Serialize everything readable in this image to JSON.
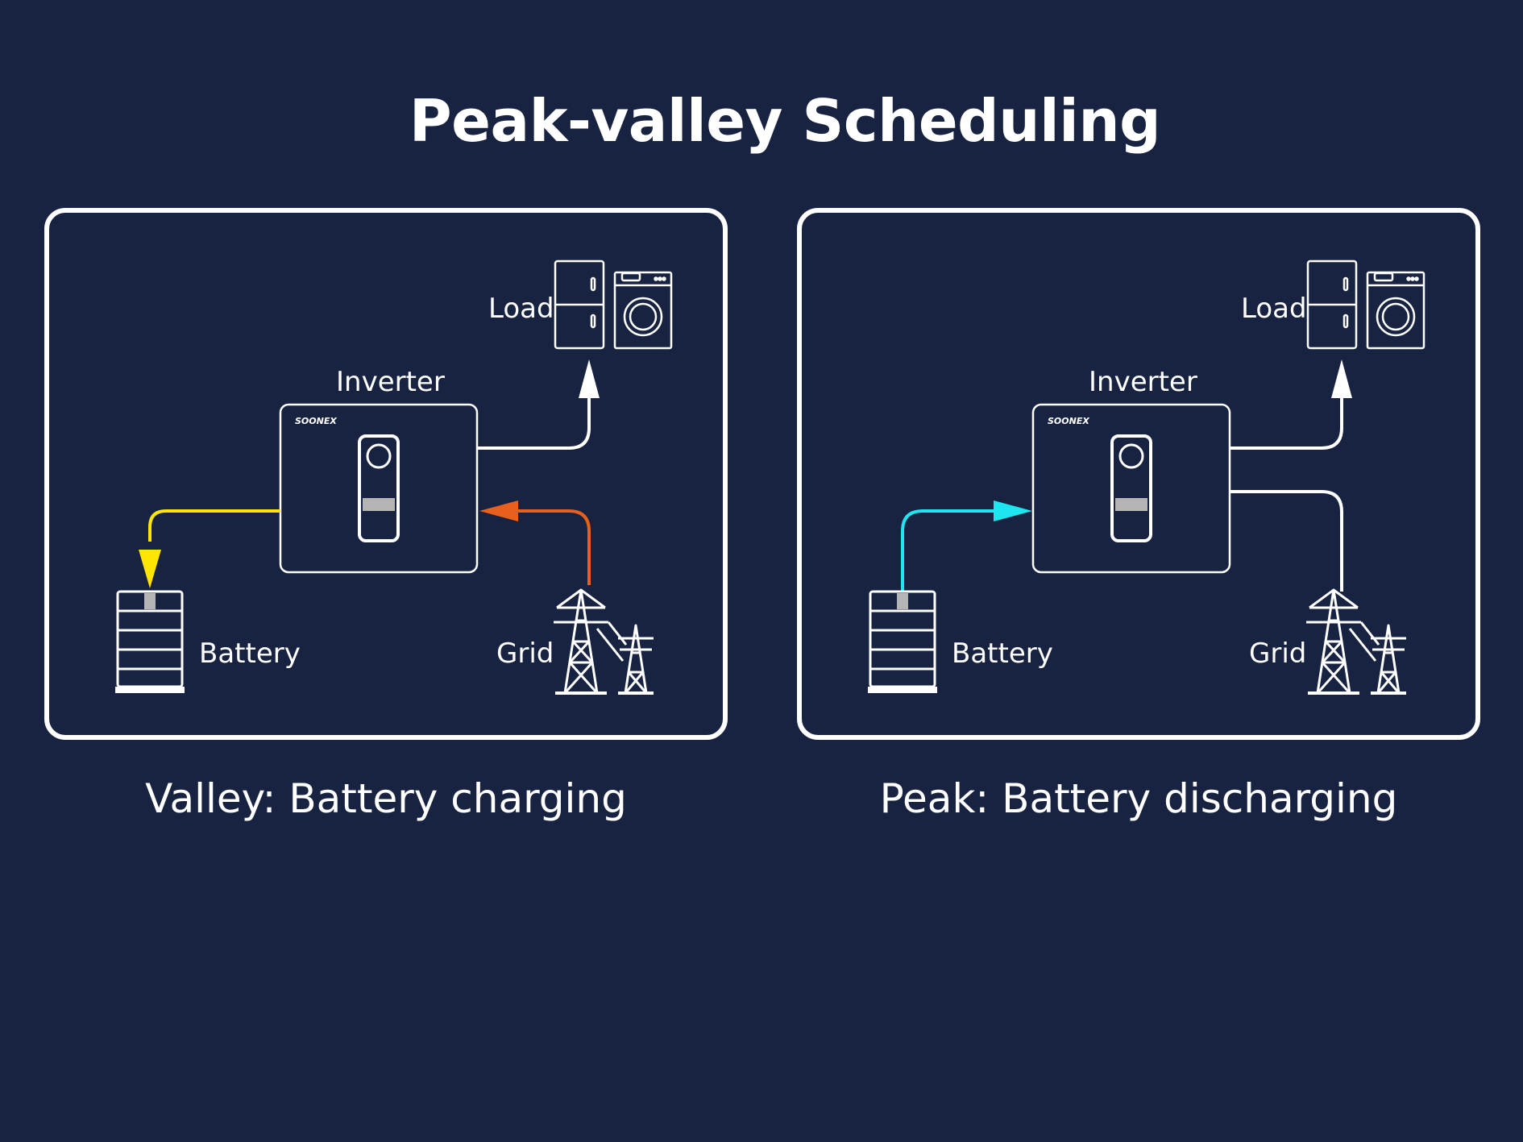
{
  "title": "Peak-valley Scheduling",
  "colors": {
    "background": "#172340",
    "line": "#ffffff",
    "battery_charge_flow": "#ffe600",
    "grid_flow": "#e8601c",
    "battery_discharge_flow": "#1ee6f0"
  },
  "panels": [
    {
      "id": "valley",
      "caption": "Valley: Battery charging",
      "labels": {
        "load": "Load",
        "inverter": "Inverter",
        "battery": "Battery",
        "grid": "Grid",
        "brand": "SOONEX"
      },
      "flows": {
        "inverter_to_load": "white",
        "inverter_to_battery": "yellow",
        "grid_to_inverter": "orange"
      }
    },
    {
      "id": "peak",
      "caption": "Peak: Battery discharging",
      "labels": {
        "load": "Load",
        "inverter": "Inverter",
        "battery": "Battery",
        "grid": "Grid",
        "brand": "SOONEX"
      },
      "flows": {
        "inverter_to_load": "white",
        "battery_to_inverter": "cyan",
        "grid_line": "white"
      }
    }
  ],
  "icons": [
    "refrigerator-icon",
    "washing-machine-icon",
    "inverter-icon",
    "battery-stack-icon",
    "power-tower-icon"
  ]
}
